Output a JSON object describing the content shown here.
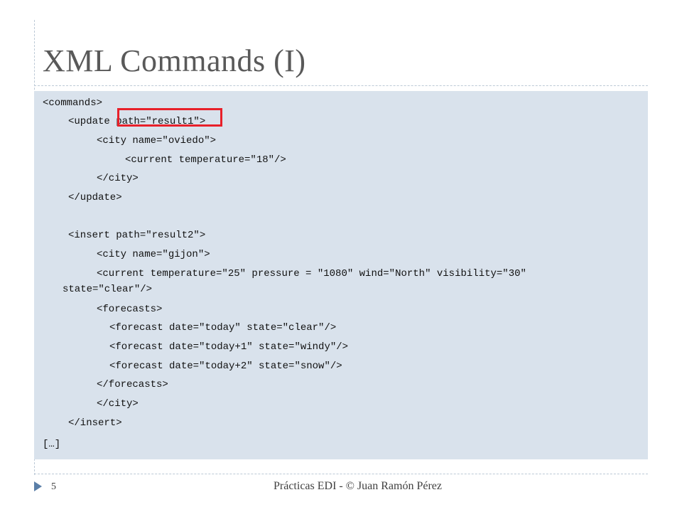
{
  "slide": {
    "title": "XML Commands (I)",
    "code_lines": [
      "<commands>",
      "<update path=\"result1\">",
      "<city name=\"oviedo\">",
      "<current temperature=\"18\"/>",
      "</city>",
      "</update>",
      "<insert path=\"result2\">",
      "<city name=\"gijon\">",
      "<current temperature=\"25\" pressure = \"1080\" wind=\"North\" visibility=\"30\"",
      "state=\"clear\"/>",
      "<forecasts>",
      "<forecast date=\"today\" state=\"clear\"/>",
      "<forecast date=\"today+1\" state=\"windy\"/>",
      "<forecast date=\"today+2\" state=\"snow\"/>",
      "</forecasts>",
      "</city>",
      "</insert>",
      "[…]"
    ],
    "footer": {
      "page_number": "5",
      "text": "Prácticas EDI - © Juan Ramón Pérez"
    }
  }
}
